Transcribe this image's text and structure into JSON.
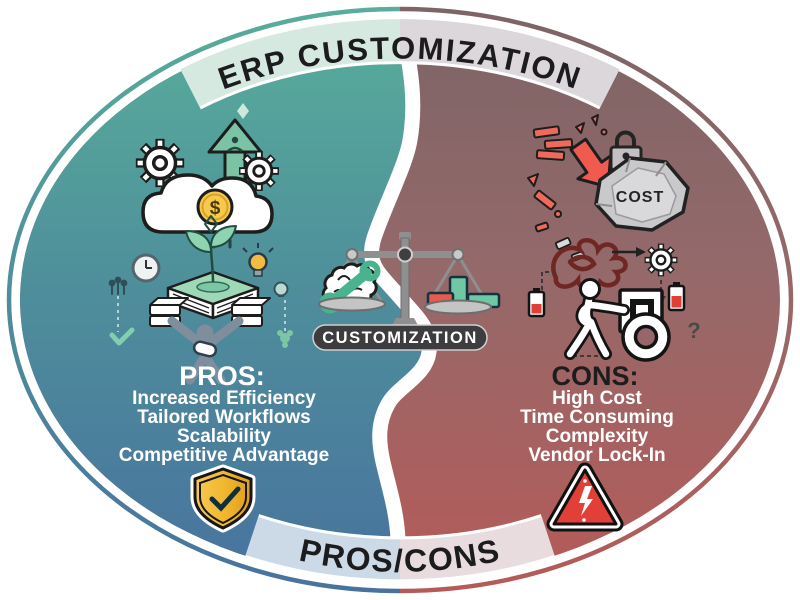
{
  "diagram": {
    "title": "ERP CUSTOMIZATION",
    "footer": "PROS/CONS",
    "center": {
      "label": "CUSTOMIZATION",
      "left_pan_content": "brain-with-wrench",
      "right_pan_content": "stacked-blocks"
    },
    "pros": {
      "heading": "PROS:",
      "items": [
        "Increased Efficiency",
        "Tailored Workflows",
        "Scalability",
        "Competitive Advantage"
      ]
    },
    "cons": {
      "heading": "CONS:",
      "items": [
        "High Cost",
        "Time Consuming",
        "Complexity",
        "Vendor Lock-In"
      ]
    },
    "labels": {
      "cost": "COST",
      "dollar": "$",
      "question": "?"
    },
    "icons": [
      "cloud-dollar-growth-icon",
      "gear-icon",
      "up-arrow-icon",
      "plant-on-books-icon",
      "clock-icon",
      "lightbulb-icon",
      "handshake-figure-icon",
      "server-stack-icon",
      "check-icon",
      "puzzle-icon",
      "shield-check-icon",
      "falling-bricks-icon",
      "down-arrow-icon",
      "padlock-icon",
      "cost-boulder-icon",
      "tangled-knot-icon",
      "square-peg-round-hole-icon",
      "battery-low-icon",
      "warning-triangle-icon",
      "balance-scale-icon"
    ],
    "colors": {
      "pros_top": "#58ad9b",
      "pros_bottom": "#48739e",
      "cons_top": "#7d6466",
      "cons_bottom": "#b45b58",
      "banner_top_left": "#d6e9e1",
      "banner_top_right": "#dbd7da",
      "banner_bottom_left": "#cbdae6",
      "banner_bottom_right": "#e9dcde",
      "pill": "#3d3d3f",
      "gold": "#f2bb42",
      "alert_red": "#e23f38",
      "block_green": "#6fc7a3",
      "block_red": "#e85a4d",
      "outline": "#1d1d1d"
    }
  }
}
